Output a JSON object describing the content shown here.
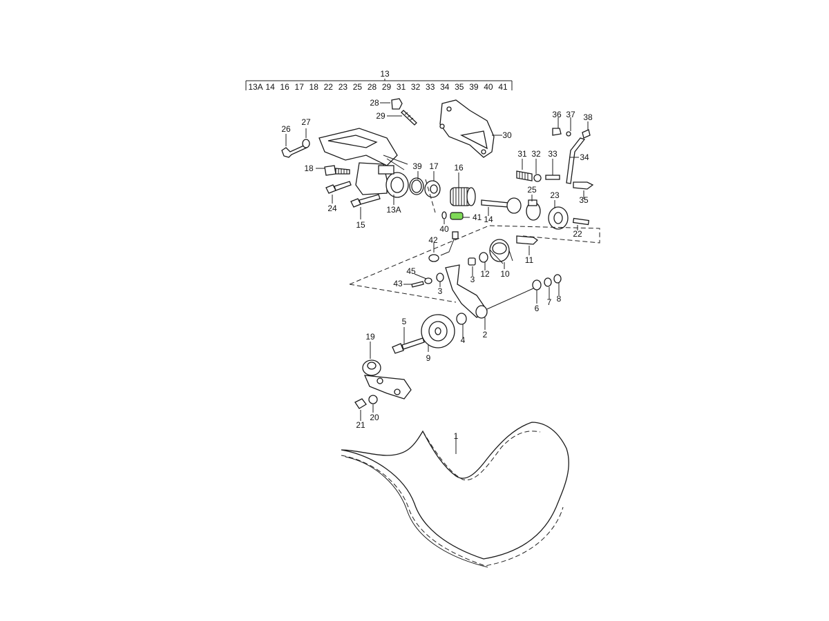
{
  "header": {
    "group_label": "13",
    "items": [
      "13A",
      "14",
      "16",
      "17",
      "18",
      "22",
      "23",
      "25",
      "28",
      "29",
      "31",
      "32",
      "33",
      "34",
      "35",
      "39",
      "40",
      "41"
    ]
  },
  "callouts": [
    {
      "id": "1",
      "label": "1"
    },
    {
      "id": "2",
      "label": "2"
    },
    {
      "id": "3a",
      "label": "3"
    },
    {
      "id": "3b",
      "label": "3"
    },
    {
      "id": "4",
      "label": "4"
    },
    {
      "id": "5",
      "label": "5"
    },
    {
      "id": "6",
      "label": "6"
    },
    {
      "id": "7",
      "label": "7"
    },
    {
      "id": "8",
      "label": "8"
    },
    {
      "id": "9",
      "label": "9"
    },
    {
      "id": "10",
      "label": "10"
    },
    {
      "id": "11",
      "label": "11"
    },
    {
      "id": "12",
      "label": "12"
    },
    {
      "id": "13A",
      "label": "13A"
    },
    {
      "id": "14",
      "label": "14"
    },
    {
      "id": "15",
      "label": "15"
    },
    {
      "id": "16",
      "label": "16"
    },
    {
      "id": "17",
      "label": "17"
    },
    {
      "id": "18",
      "label": "18"
    },
    {
      "id": "19",
      "label": "19"
    },
    {
      "id": "20",
      "label": "20"
    },
    {
      "id": "21",
      "label": "21"
    },
    {
      "id": "22",
      "label": "22"
    },
    {
      "id": "23",
      "label": "23"
    },
    {
      "id": "24",
      "label": "24"
    },
    {
      "id": "25",
      "label": "25"
    },
    {
      "id": "26",
      "label": "26"
    },
    {
      "id": "27",
      "label": "27"
    },
    {
      "id": "28",
      "label": "28"
    },
    {
      "id": "29",
      "label": "29"
    },
    {
      "id": "30",
      "label": "30"
    },
    {
      "id": "31",
      "label": "31"
    },
    {
      "id": "32",
      "label": "32"
    },
    {
      "id": "33",
      "label": "33"
    },
    {
      "id": "34",
      "label": "34"
    },
    {
      "id": "35",
      "label": "35"
    },
    {
      "id": "36",
      "label": "36"
    },
    {
      "id": "37",
      "label": "37"
    },
    {
      "id": "38",
      "label": "38"
    },
    {
      "id": "39",
      "label": "39"
    },
    {
      "id": "40",
      "label": "40"
    },
    {
      "id": "41",
      "label": "41"
    },
    {
      "id": "42",
      "label": "42"
    },
    {
      "id": "43",
      "label": "43"
    },
    {
      "id": "45",
      "label": "45"
    }
  ],
  "highlighted_part": "41",
  "colors": {
    "line": "#1a1a1a",
    "highlight": "#7ed957",
    "background": "#ffffff"
  }
}
